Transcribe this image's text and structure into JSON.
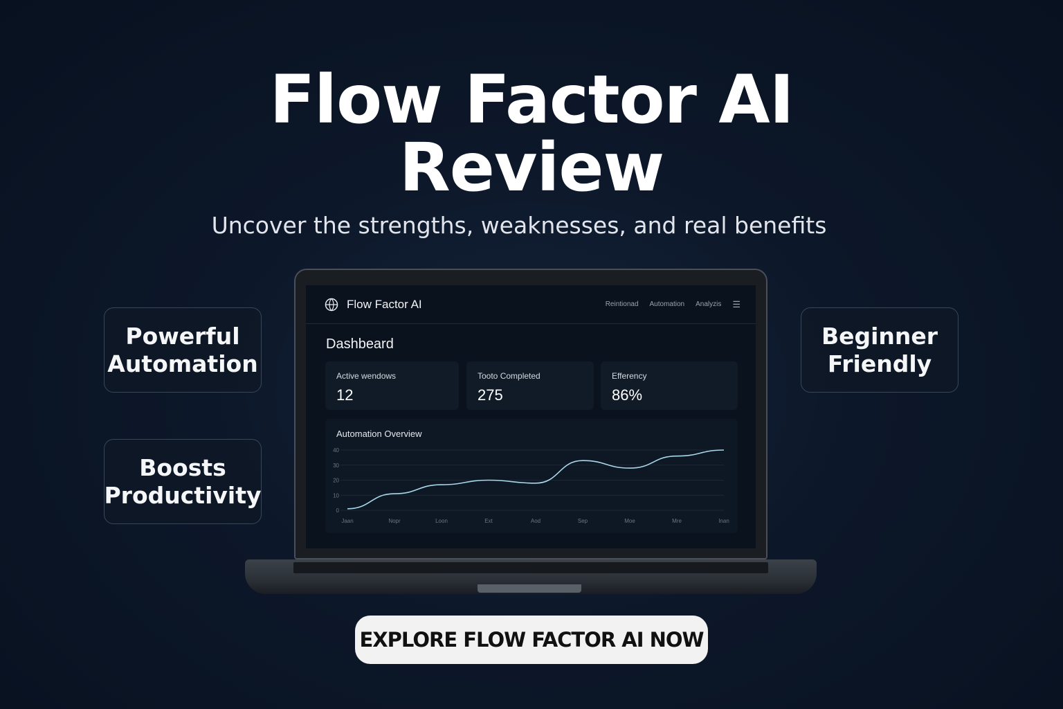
{
  "hero": {
    "title_line1": "Flow Factor AI",
    "title_line2": "Review",
    "subtitle": "Uncover the strengths, weaknesses, and real benefits"
  },
  "features": [
    {
      "label": "Powerful Automation"
    },
    {
      "label": "Boosts Productivity"
    },
    {
      "label": "Beginner Friendly"
    }
  ],
  "app": {
    "brand": "Flow Factor AI",
    "brand_icon": "globe-icon",
    "nav": [
      "Reintionad",
      "Automation",
      "Analyzis"
    ],
    "menu_icon": "hamburger-icon",
    "page_title": "Dashbeard",
    "stats": [
      {
        "label": "Active wendows",
        "value": "12"
      },
      {
        "label": "Tooto Completed",
        "value": "275"
      },
      {
        "label": "Efferency",
        "value": "86%"
      }
    ],
    "chart_title": "Automation Overview"
  },
  "chart_data": {
    "type": "line",
    "title": "Automation Overview",
    "categories": [
      "Jaan",
      "Nopr",
      "Loon",
      "Ext",
      "Aod",
      "Sep",
      "Moe",
      "Mre",
      "Inan"
    ],
    "y_ticks": [
      "0",
      "10",
      "20",
      "30",
      "40"
    ],
    "ylim": [
      0,
      40
    ],
    "series": [
      {
        "name": "Automation",
        "values": [
          1,
          11,
          17,
          20,
          18,
          33,
          28,
          36,
          40
        ]
      }
    ],
    "grid": true,
    "color": "#a9d8ea"
  },
  "cta": {
    "label": "EXPLORE FLOW FACTOR AI NOW"
  }
}
